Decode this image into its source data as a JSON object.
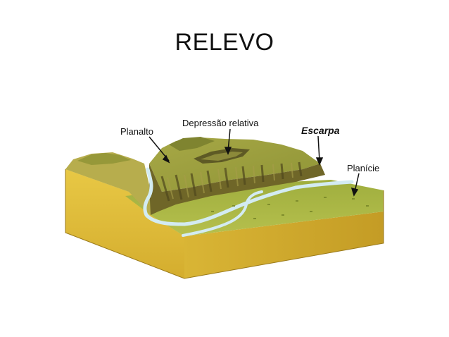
{
  "title": "RELEVO",
  "labels": {
    "planalto": "Planalto",
    "depressao": "Depressão relativa",
    "escarpa": "Escarpa",
    "planicie": "Planície"
  },
  "colors": {
    "soil_side": "#e2bf3c",
    "soil_side_dark": "#c9a22a",
    "grass": "#9aa83a",
    "grass_light": "#b9c25a",
    "hill_dark": "#6e6a2c",
    "river": "#cfe7ef"
  }
}
